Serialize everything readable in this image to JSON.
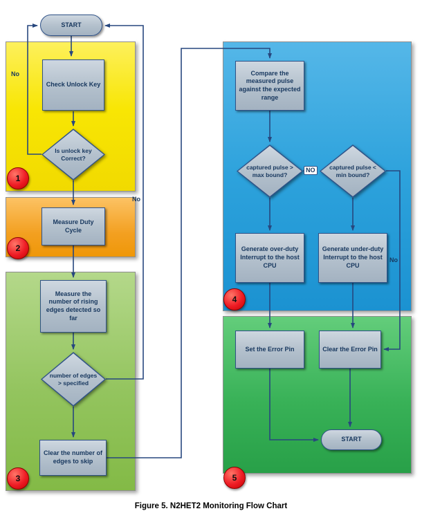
{
  "caption": "Figure 5. N2HET2 Monitoring Flow Chart",
  "colors": {
    "region_yellow": "#F8E604",
    "region_orange": "#F3A021",
    "region_left_green": "#93C45E",
    "region_blue": "#2DA2DC",
    "region_right_green": "#38B157",
    "node_fill": "#B4C1CD",
    "node_border": "#2F5288",
    "arrow": "#27477E",
    "badge_red": "#EE1C25"
  },
  "nodes": {
    "start_top": "START",
    "check_unlock": "Check Unlock Key",
    "unlock_correct": "Is unlock key Correct?",
    "measure_duty": "Measure Duty Cycle",
    "measure_edges": "Measure the number of rising edges detected so far",
    "edges_specified": "number of edges > specified",
    "clear_edges": "Clear the number of edges to skip",
    "compare_pulse": "Compare the measured pulse against the expected range",
    "max_bound": "captured pulse > max bound?",
    "min_bound": "captured pulse < min bound?",
    "over_duty": "Generate over-duty Interrupt to the host CPU",
    "under_duty": "Generate under-duty Interrupt to the host CPU",
    "set_error": "Set the Error Pin",
    "clear_error": "Clear the Error Pin",
    "start_bottom": "START"
  },
  "edge_labels": {
    "no_unlock": "No",
    "no_edges": "No",
    "no_max": "NO",
    "no_min": "No"
  },
  "badges": {
    "b1": "1",
    "b2": "2",
    "b3": "3",
    "b4": "4",
    "b5": "5"
  }
}
